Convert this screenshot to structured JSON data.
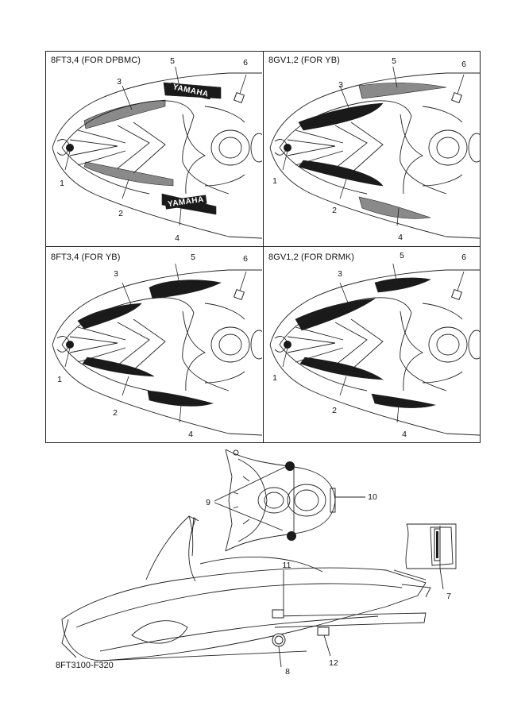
{
  "panels": [
    {
      "title": "8FT3,4 (FOR DPBMC)",
      "callouts": [
        "1",
        "2",
        "3",
        "4",
        "5",
        "6"
      ],
      "wordmark": "YAMAHA"
    },
    {
      "title": "8GV1,2 (FOR YB)",
      "callouts": [
        "1",
        "2",
        "3",
        "4",
        "5",
        "6"
      ]
    },
    {
      "title": "8FT3,4 (FOR YB)",
      "callouts": [
        "1",
        "2",
        "3",
        "4",
        "5",
        "6"
      ]
    },
    {
      "title": "8GV1,2 (FOR DRMK)",
      "callouts": [
        "1",
        "2",
        "3",
        "4",
        "5",
        "6"
      ]
    }
  ],
  "lower": {
    "callouts": [
      "7",
      "8",
      "9",
      "10",
      "11",
      "12"
    ]
  },
  "figure_code": "8FT3100-F320",
  "colors": {
    "line": "#222222",
    "fill_dark": "#1a1a1a",
    "fill_grey": "#8a8a8a"
  }
}
